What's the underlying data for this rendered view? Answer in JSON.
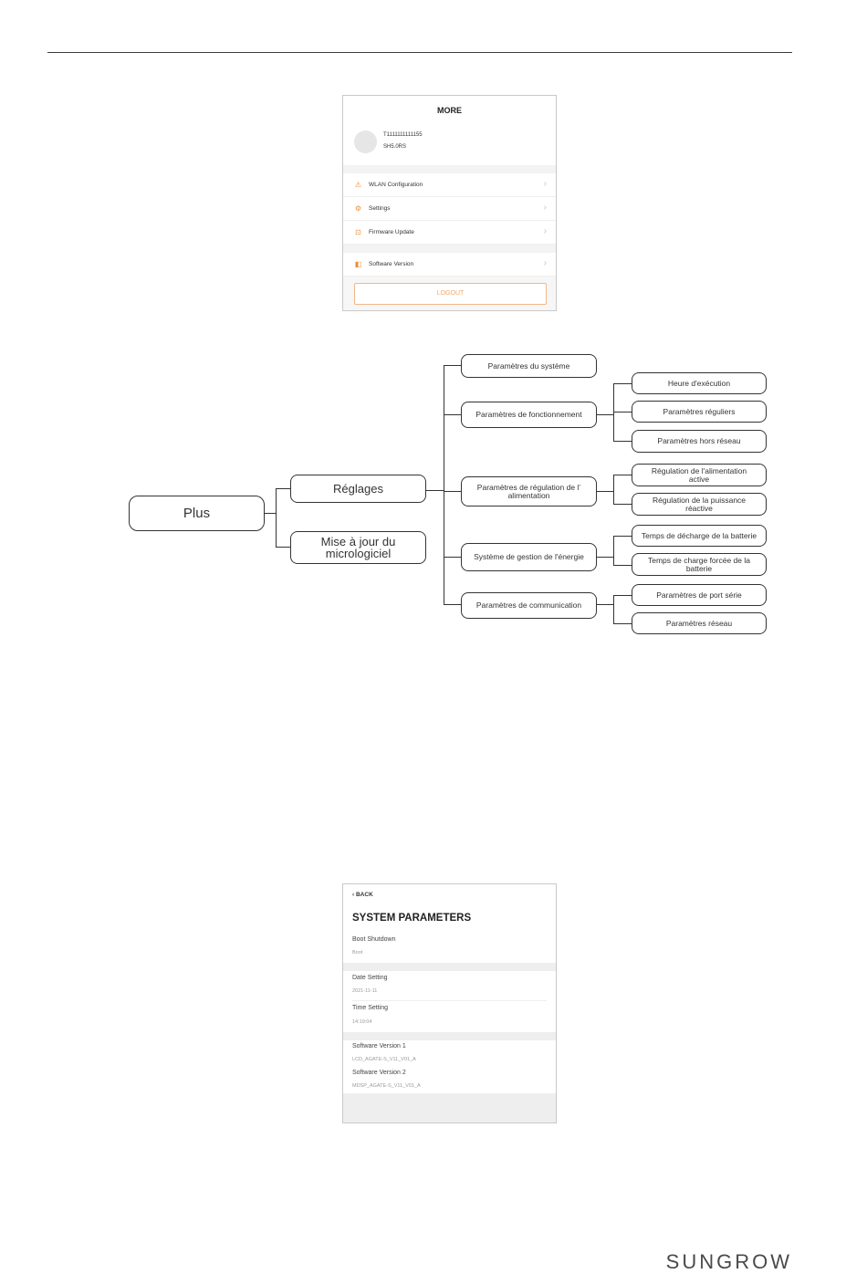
{
  "more_screen": {
    "title": "MORE",
    "serial": "T1111111111155",
    "model": "SH5.0RS",
    "menu": [
      {
        "label": "WLAN Configuration",
        "icon": "wifi-icon"
      },
      {
        "label": "Settings",
        "icon": "gear-icon"
      },
      {
        "label": "Firmware Update",
        "icon": "update-icon"
      },
      {
        "label": "Software Version",
        "icon": "version-icon"
      }
    ],
    "logout": "LOGOUT"
  },
  "tree": {
    "root": "Plus",
    "level1": [
      "Réglages",
      "Mise à jour du micrologiciel"
    ],
    "level2": [
      "Paramètres du système",
      "Paramètres de fonctionnement",
      "Paramètres de régulation de l’ alimentation",
      "Système de gestion de l'énergie",
      "Paramètres de communication"
    ],
    "level3": [
      "Heure d'exécution",
      "Paramètres réguliers",
      "Paramètres hors réseau",
      "Régulation de l'alimentation active",
      "Régulation de la puissance réactive",
      "Temps de décharge de la batterie",
      "Temps de charge forcée de la batterie",
      "Paramètres de port série",
      "Paramètres réseau"
    ]
  },
  "system_screen": {
    "back": "BACK",
    "title": "SYSTEM PARAMETERS",
    "rows": [
      {
        "label": "Boot Shutdown",
        "value": "Boot"
      },
      {
        "label": "Date Setting",
        "value": "2021-11-11"
      },
      {
        "label": "Time Setting",
        "value": "14:19:04"
      },
      {
        "label": "Software Version 1",
        "value": "LCD_AGATE-S_V11_V01_A"
      },
      {
        "label": "Software Version 2",
        "value": "MDSP_AGATE-S_V11_V01_A"
      }
    ]
  },
  "brand": "SUNGROW"
}
